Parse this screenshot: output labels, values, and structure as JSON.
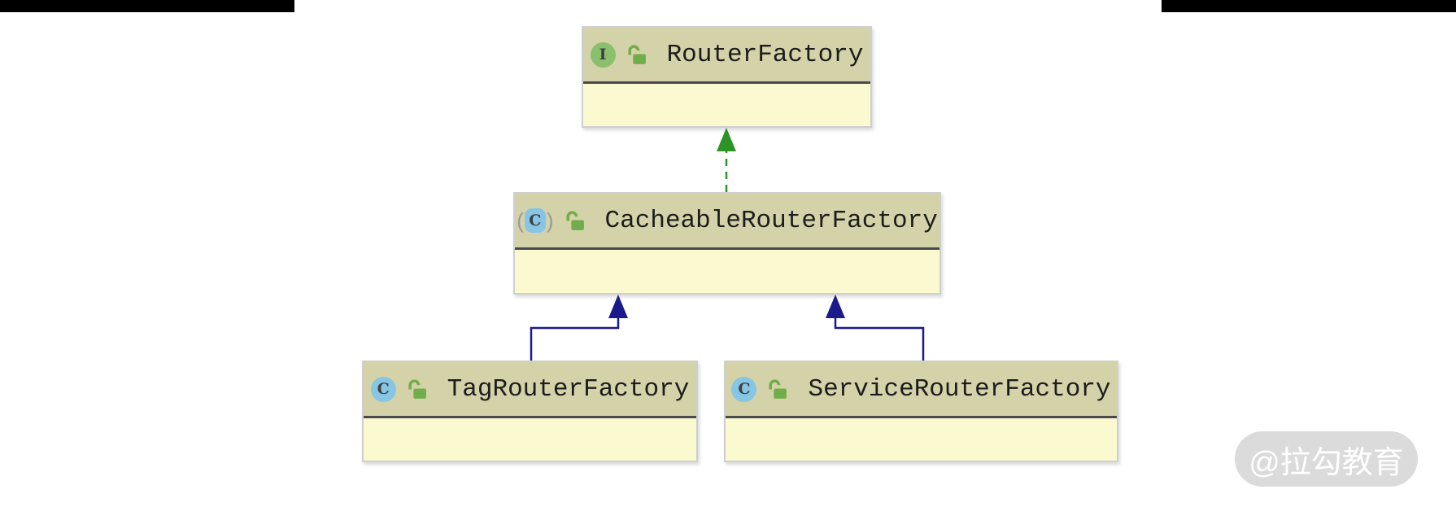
{
  "diagram": {
    "tool": "UML class diagram",
    "nodes": [
      {
        "label": "RouterFactory",
        "kind": "interface",
        "kind_letter": "I",
        "kind_icon": "interface-icon",
        "visibility": "public",
        "visibility_icon": "lock-open-icon",
        "members_shown": []
      },
      {
        "label": "CacheableRouterFactory",
        "kind": "abstract-class",
        "kind_letter": "C",
        "kind_icon": "abstract-class-icon",
        "visibility": "public",
        "visibility_icon": "lock-open-icon",
        "members_shown": []
      },
      {
        "label": "TagRouterFactory",
        "kind": "class",
        "kind_letter": "C",
        "kind_icon": "class-icon",
        "visibility": "public",
        "visibility_icon": "lock-open-icon",
        "members_shown": []
      },
      {
        "label": "ServiceRouterFactory",
        "kind": "class",
        "kind_letter": "C",
        "kind_icon": "class-icon",
        "visibility": "public",
        "visibility_icon": "lock-open-icon",
        "members_shown": []
      }
    ],
    "edges": [
      {
        "from": "CacheableRouterFactory",
        "to": "RouterFactory",
        "type": "implements",
        "style": "dashed",
        "color": "#2e9326"
      },
      {
        "from": "TagRouterFactory",
        "to": "CacheableRouterFactory",
        "type": "extends",
        "style": "solid",
        "color": "#1a1a8a"
      },
      {
        "from": "ServiceRouterFactory",
        "to": "CacheableRouterFactory",
        "type": "extends",
        "style": "solid",
        "color": "#1a1a8a"
      }
    ]
  },
  "watermark": {
    "text": "@拉勾教育"
  },
  "colors": {
    "header_bg": "#d4d2a8",
    "body_bg": "#fbf9d0",
    "node_border": "#cfcfcf",
    "separator": "#4a4a4a",
    "title_text": "#1c1c1c",
    "interface_icon_bg": "#8abf6d",
    "class_icon_bg": "#86c5e4",
    "icon_letter": "#404040",
    "paren": "#9a9a9a",
    "lock_green": "#72ad4b",
    "implements_arrow": "#2e9326",
    "extends_arrow": "#1a1a8a",
    "watermark_bg": "#dbdbdb",
    "watermark_text": "#ffffff",
    "topbar": "#000000"
  }
}
